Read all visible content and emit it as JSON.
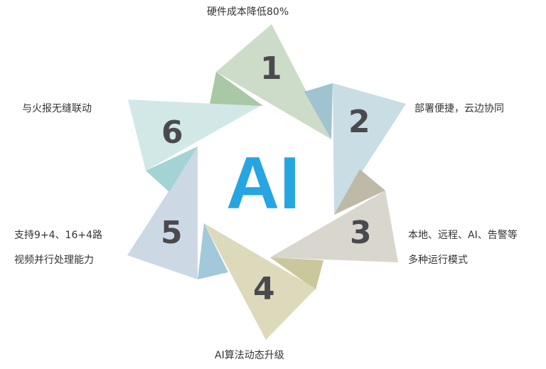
{
  "center": {
    "text": "AI",
    "color": "#27a5e3"
  },
  "petals": [
    {
      "number": "1",
      "label_lines": [
        "硬件成本降低80%"
      ],
      "main_color": "#cddcc9",
      "shadow_color": "#a8c8a6"
    },
    {
      "number": "2",
      "label_lines": [
        "部署便捷，云边协同"
      ],
      "main_color": "#c8dde4",
      "shadow_color": "#9fc3cf"
    },
    {
      "number": "3",
      "label_lines": [
        "本地、远程、AI、告警等",
        "多种运行模式"
      ],
      "main_color": "#d8d6cd",
      "shadow_color": "#bfb9a8"
    },
    {
      "number": "4",
      "label_lines": [
        "AI算法动态升级"
      ],
      "main_color": "#ddd9bb",
      "shadow_color": "#cbc79d"
    },
    {
      "number": "5",
      "label_lines": [
        "支持9+4、16+4路",
        "视频并行处理能力"
      ],
      "main_color": "#ccd9e5",
      "shadow_color": "#a2c9d9"
    },
    {
      "number": "6",
      "label_lines": [
        "与火报无缝联动"
      ],
      "main_color": "#d1e8e6",
      "shadow_color": "#a4d3d6"
    }
  ]
}
